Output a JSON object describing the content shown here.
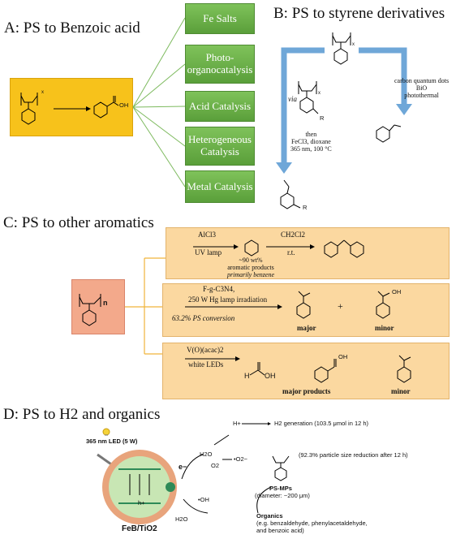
{
  "panel_a": {
    "title": "A: PS to Benzoic acid",
    "polymer_subscript": "x",
    "product_oh": "OH",
    "catalysts": [
      "Fe Salts",
      "Photo-organocatalysis",
      "Acid Catalysis",
      "Heterogeneous Catalysis",
      "Metal Catalysis"
    ],
    "colors": {
      "reaction_box": "#f7c21b",
      "catalyst_box": "#6aaf45"
    }
  },
  "panel_b": {
    "title": "B: PS to styrene derivatives",
    "polymer_subscript": "x",
    "via_label": "via",
    "intermediate_subscript": "x",
    "intermediate_r": "R",
    "conditions_left": [
      "then",
      "FeCl3, dioxane",
      "365 nm, 100 °C"
    ],
    "conditions_right": [
      "carbon quantum dots",
      "BiO",
      "photothermal"
    ],
    "product_r": "R",
    "colors": {
      "arrow": "#6fa7d8"
    }
  },
  "panel_c": {
    "title": "C: PS to other aromatics",
    "polymer_subscript": "n",
    "row1": {
      "reagent_top": "AlCl3",
      "reagent_bottom": "UV lamp",
      "step2_top": "CH2Cl2",
      "step2_bottom": "r.t.",
      "note": [
        "~90 wt%",
        "aromatic products",
        "primarily benzene"
      ]
    },
    "row2": {
      "reagent_top": "F-g-C3N4,",
      "reagent_bottom": "250 W Hg lamp irradiation",
      "conversion": "63.2% PS conversion",
      "plus": "+",
      "oh": "OH",
      "major": "major",
      "minor": "minor"
    },
    "row3": {
      "reagent_top": "V(O)(acac)2",
      "reagent_bottom": "white LEDs",
      "h": "H",
      "oh1": "OH",
      "oh2": "OH",
      "major": "major products",
      "minor": "minor"
    },
    "colors": {
      "box": "#fbd8a0",
      "start_box": "#f3a98b",
      "connector": "#f0b43a"
    }
  },
  "panel_d": {
    "title": "D: PS to H2 and organics",
    "led": "365 nm LED (5 W)",
    "h_plus": "H+",
    "h2_generation": "H2 generation  (103.5 μmol in 12 h)",
    "size_reduction": "(92.3% particle size reduction after 12 h)",
    "h2o_top": "H2O",
    "o2": "O2",
    "superoxide": "•O2−",
    "e_label": "e−",
    "h_label": "h+",
    "oh_radical": "•OH",
    "h2o_bottom": "H2O",
    "ps_mps": "PS-MPs",
    "diameter": "(diameter: ~200 μm)",
    "organics": "Organics",
    "organics_examples": [
      "(e.g. benzaldehyde, phenylacetaldehyde,",
      "and benzoic acid)"
    ],
    "catalyst": "FeB/TiO2",
    "colors": {
      "particle_outer": "#e8a47c",
      "particle_inner": "#c8e6b4",
      "band": "#2e8a57"
    }
  }
}
